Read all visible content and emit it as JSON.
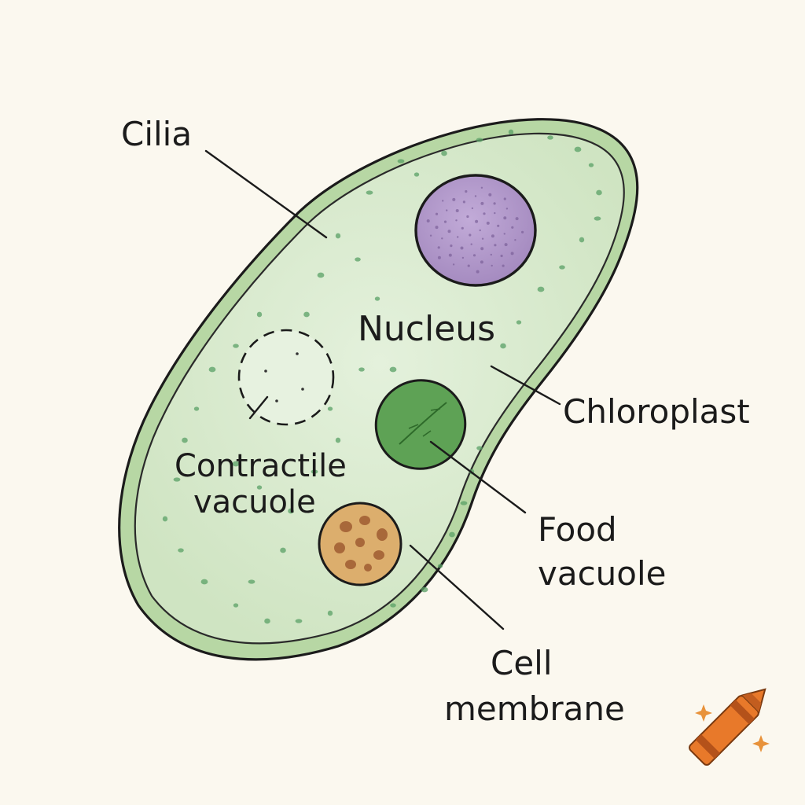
{
  "labels": {
    "cilia": "Cilia",
    "nucleus": "Nucleus",
    "chloroplast": "Chloroplast",
    "contractile_vacuole": [
      "Contractile",
      "vacuole"
    ],
    "food_vacuole": [
      "Food",
      "vacuole"
    ],
    "cell_membrane": [
      "Cell",
      "membrane"
    ]
  },
  "colors": {
    "background": "#fbf8ef",
    "cytoplasm": "#d9ebcf",
    "membrane": "#a9cf98",
    "nucleus": "#b59ccc",
    "chloroplast": "#5fa456",
    "food_vacuole": "#d8a865",
    "crayon": "#e8792a"
  },
  "icons": [
    "crayon-icon",
    "sparkle-icon"
  ]
}
